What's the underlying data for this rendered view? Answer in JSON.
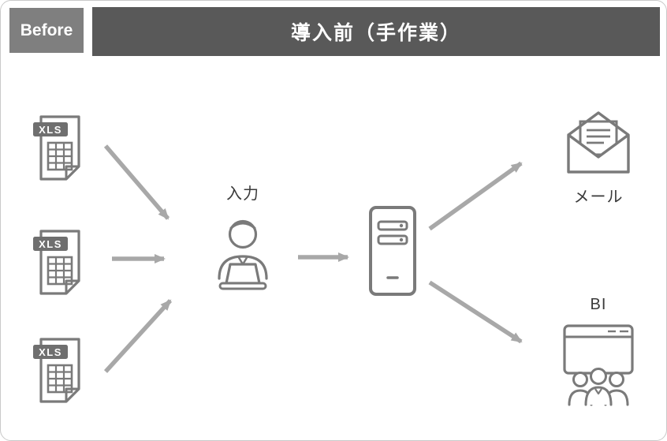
{
  "header": {
    "badge": "Before",
    "title": "導入前（手作業）"
  },
  "labels": {
    "input": "入力",
    "mail": "メール",
    "bi": "BI"
  },
  "icons": {
    "xls_label": "XLS",
    "sources": [
      "xls-file-icon",
      "xls-file-icon",
      "xls-file-icon"
    ],
    "process": [
      "person-operator-icon",
      "server-icon"
    ],
    "outputs": [
      "mail-icon",
      "bi-dashboard-icon"
    ]
  },
  "colors": {
    "header_bg": "#595959",
    "badge_bg": "#7f7f7f",
    "icon_stroke": "#7a7a7a",
    "xls_badge_bg": "#6f6f6f",
    "arrow": "#a8a8a8",
    "label_text": "#3a3a3a",
    "card_bg": "#ffffff"
  }
}
